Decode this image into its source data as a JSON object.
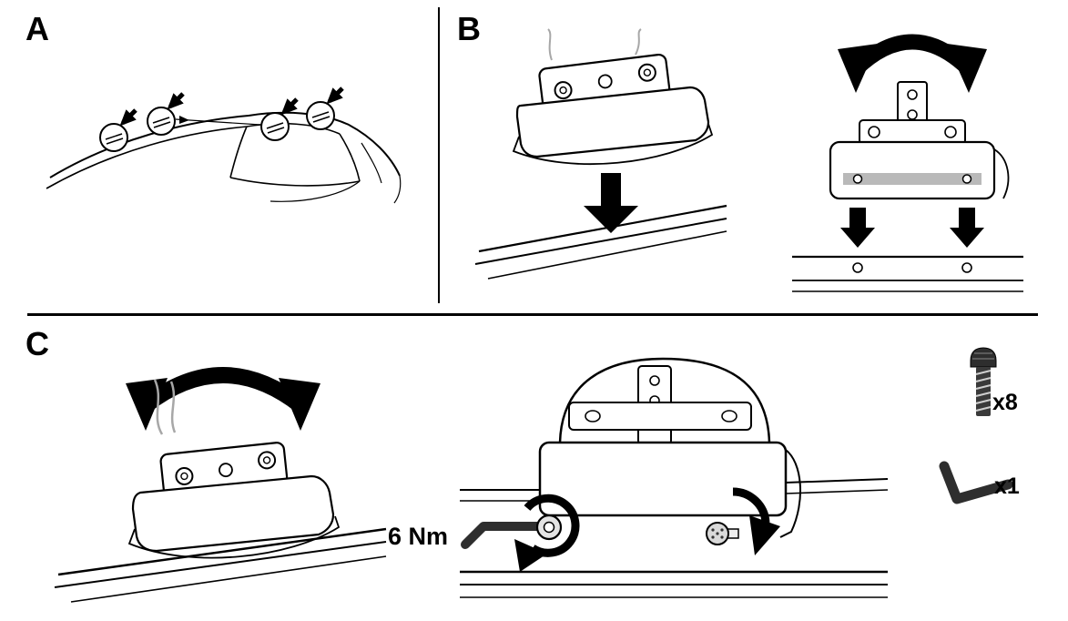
{
  "panels": {
    "a": {
      "label": "A"
    },
    "b": {
      "label": "B"
    },
    "c": {
      "label": "C",
      "torque_label": "6 Nm"
    }
  },
  "parts": {
    "screw_qty": "x8",
    "allen_key_qty": "x1"
  },
  "colors": {
    "line": "#000000",
    "background": "#ffffff",
    "gray_fill": "#b9b9b9",
    "rubber_strip": "#a7a7a7",
    "tool": "#2e2e2e"
  }
}
